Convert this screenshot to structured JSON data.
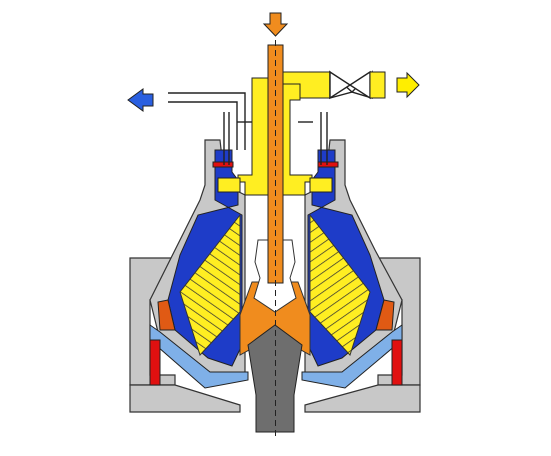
{
  "diagram": {
    "subject": "disc-stack-centrifuge-cross-section",
    "colors": {
      "background": "#ffffff",
      "housing": "#c8c8c8",
      "housing_outline": "#333333",
      "feed": "#f08c1e",
      "light_phase": "#ffee22",
      "heavy_phase": "#1e3cc8",
      "heavy_phase_shade": "#2a55d8",
      "solids": "#e05a14",
      "discharge_seal": "#e01010",
      "water_jacket": "#7fb0e8",
      "spindle": "#6e6e6e",
      "heavy_outlet_arrow": "#2a5fe0",
      "light_outlet_arrow": "#ffee00",
      "feed_arrow": "#f08c1e"
    },
    "flows": [
      {
        "role": "feed-inlet",
        "direction": "down",
        "icon": "arrow-down-icon"
      },
      {
        "role": "heavy-phase-outlet",
        "direction": "left",
        "icon": "arrow-left-icon"
      },
      {
        "role": "light-phase-outlet",
        "direction": "right",
        "icon": "arrow-right-icon"
      }
    ]
  }
}
